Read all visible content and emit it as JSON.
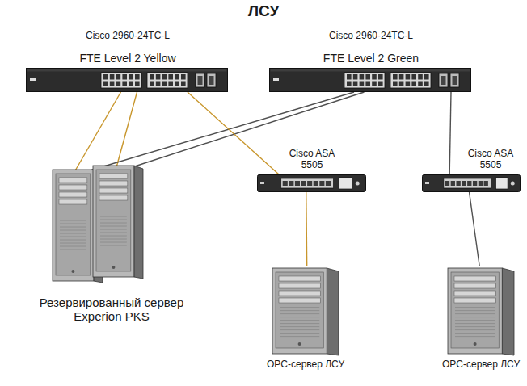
{
  "diagram": {
    "title": "ЛСУ",
    "nodes": [
      {
        "text": [
          "Cisco 2960-24TC-L",
          "FTE Level 2 Yellow"
        ]
      },
      {
        "text": [
          "Cisco 2960-24TC-L",
          "FTE Level 2 Green"
        ]
      },
      {
        "text": [
          "Резервированный сервер Experion PKS"
        ]
      },
      {
        "text": [
          "Cisco ASA 5505"
        ]
      },
      {
        "text": [
          "Cisco ASA 5505"
        ]
      },
      {
        "text": [
          "OPC-сервер ЛСУ"
        ]
      },
      {
        "text": [
          "OPC-сервер ЛСУ"
        ]
      }
    ],
    "edges": [
      {
        "from": 0,
        "to": 2,
        "arrow": "none"
      },
      {
        "from": 0,
        "to": 2,
        "arrow": "none"
      },
      {
        "from": 1,
        "to": 2,
        "arrow": "none"
      },
      {
        "from": 1,
        "to": 2,
        "arrow": "none"
      },
      {
        "from": 0,
        "to": 3,
        "arrow": "none"
      },
      {
        "from": 1,
        "to": 4,
        "arrow": "none"
      },
      {
        "from": 3,
        "to": 5,
        "arrow": "none"
      },
      {
        "from": 4,
        "to": 6,
        "arrow": "none"
      }
    ]
  }
}
